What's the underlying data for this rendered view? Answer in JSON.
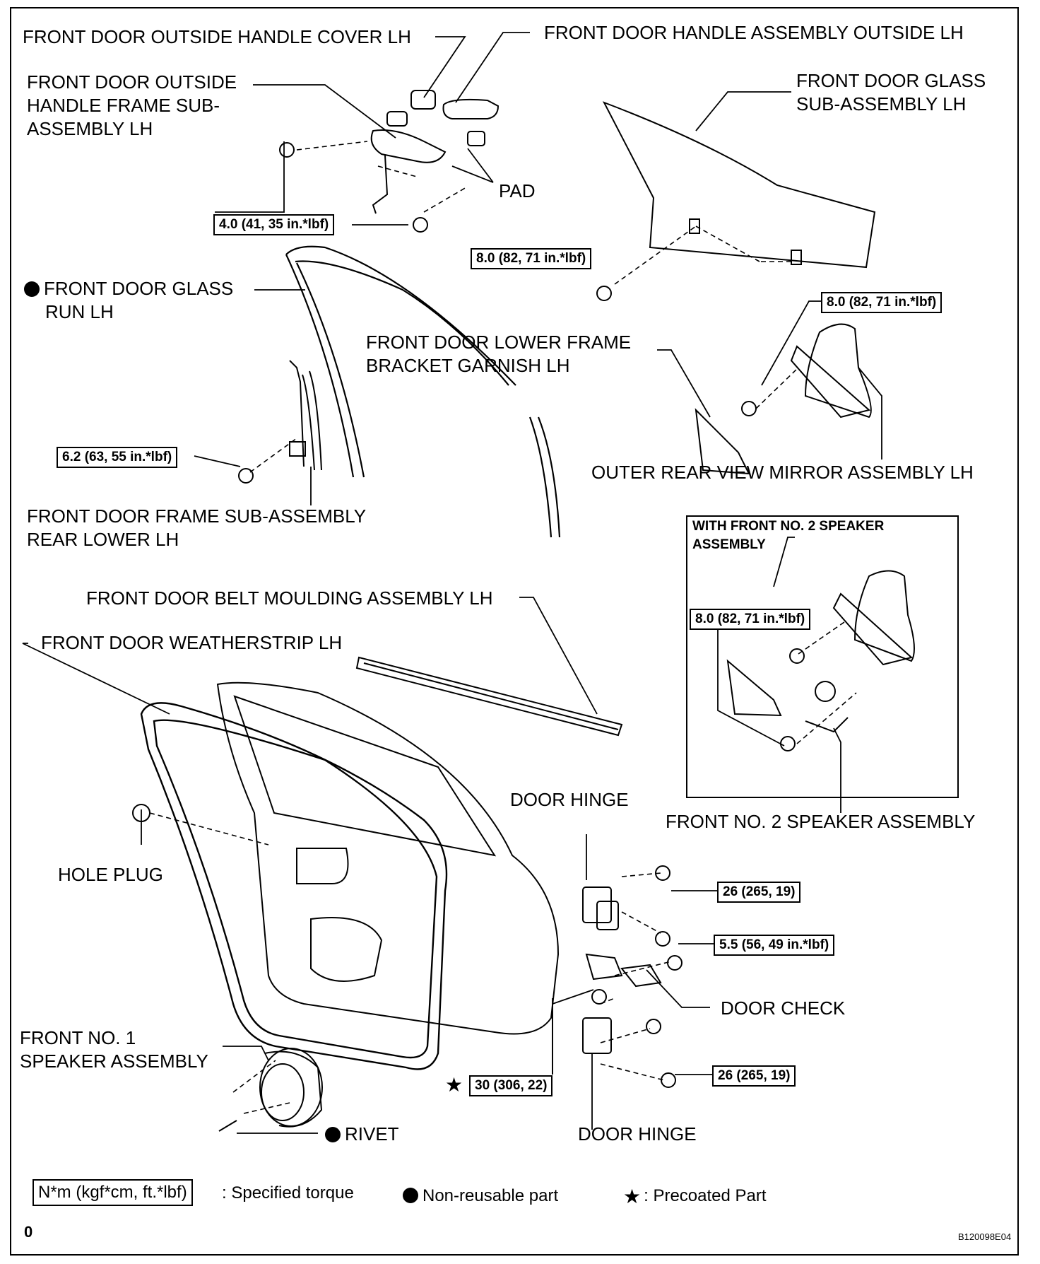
{
  "labels": {
    "handle_cover": "FRONT DOOR OUTSIDE HANDLE COVER LH",
    "handle_assembly": "FRONT DOOR HANDLE ASSEMBLY OUTSIDE LH",
    "handle_frame_1": "FRONT DOOR OUTSIDE",
    "handle_frame_2": "HANDLE FRAME SUB-",
    "handle_frame_3": "ASSEMBLY LH",
    "glass_1": "FRONT DOOR GLASS",
    "glass_2": "SUB-ASSEMBLY LH",
    "pad": "PAD",
    "glass_run_1": "FRONT DOOR GLASS",
    "glass_run_2": "RUN LH",
    "garnish_1": "FRONT DOOR LOWER FRAME",
    "garnish_2": "BRACKET GARNISH LH",
    "mirror": "OUTER REAR VIEW MIRROR ASSEMBLY LH",
    "frame_rear_1": "FRONT DOOR FRAME SUB-ASSEMBLY",
    "frame_rear_2": "REAR LOWER LH",
    "belt_moulding": "FRONT DOOR BELT MOULDING ASSEMBLY LH",
    "weatherstrip": "FRONT DOOR WEATHERSTRIP LH",
    "door_hinge_upper": "DOOR HINGE",
    "hole_plug": "HOLE PLUG",
    "front_no2_speaker": "FRONT NO. 2 SPEAKER ASSEMBLY",
    "door_check": "DOOR CHECK",
    "front_no1_speaker_1": "FRONT NO. 1",
    "front_no1_speaker_2": "SPEAKER ASSEMBLY",
    "rivet": "RIVET",
    "door_hinge_lower": "DOOR HINGE"
  },
  "inset": {
    "title_1": "WITH FRONT NO. 2 SPEAKER",
    "title_2": "ASSEMBLY"
  },
  "torques": {
    "t_handle": "4.0 (41, 35 in.*lbf)",
    "t_glass": "8.0 (82, 71 in.*lbf)",
    "t_mirror": "8.0 (82, 71 in.*lbf)",
    "t_frame_rear": "6.2 (63, 55 in.*lbf)",
    "t_inset": "8.0 (82, 71 in.*lbf)",
    "t_hinge_upper": "26 (265, 19)",
    "t_check": "5.5 (56, 49 in.*lbf)",
    "t_hinge_lower": "26 (265, 19)",
    "t_precoat": "30 (306, 22)"
  },
  "legend": {
    "torque_unit": "N*m (kgf*cm, ft.*lbf)",
    "torque_text": ": Specified torque",
    "nonreusable": "Non-reusable part",
    "precoated": ": Precoated Part"
  },
  "footer": {
    "page": "0",
    "code": "B120098E04"
  }
}
